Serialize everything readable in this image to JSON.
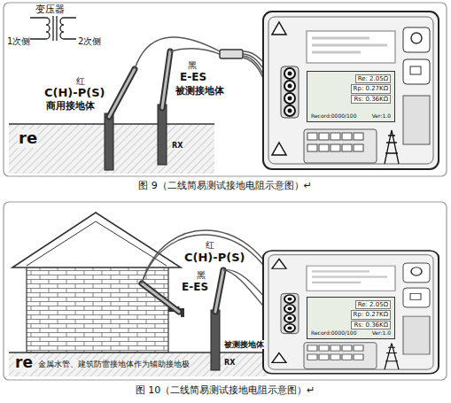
{
  "diagram": {
    "nodes": [
      {
        "text": [
          "Re: 2.05Ω",
          "Rp: 0.27KΩ",
          "Rs: 0.36KΩ",
          "Record:0000/100",
          "Ver:1.0"
        ]
      },
      {
        "text": [
          "Re: 2.05Ω",
          "Rp: 0.27KΩ",
          "Rs: 0.36KΩ",
          "Record:0000/100",
          "Ver:1.0"
        ]
      }
    ],
    "labels": [
      "变压器",
      "1次侧",
      "2次侧",
      "红",
      "C(H)-P(S)",
      "商用接地体",
      "re",
      "黑",
      "E-ES",
      "被测接地体",
      "RX",
      "图 9（二线简易测试接地电阻示意图）↵",
      "红",
      "C(H)-P(S)",
      "黑",
      "E-ES",
      "re",
      "金属水管、建筑防雷接地体作为辅助接地极",
      "被测接地体",
      "RX",
      "图 10（二线简易测试接地电阻示意图）↵"
    ]
  }
}
